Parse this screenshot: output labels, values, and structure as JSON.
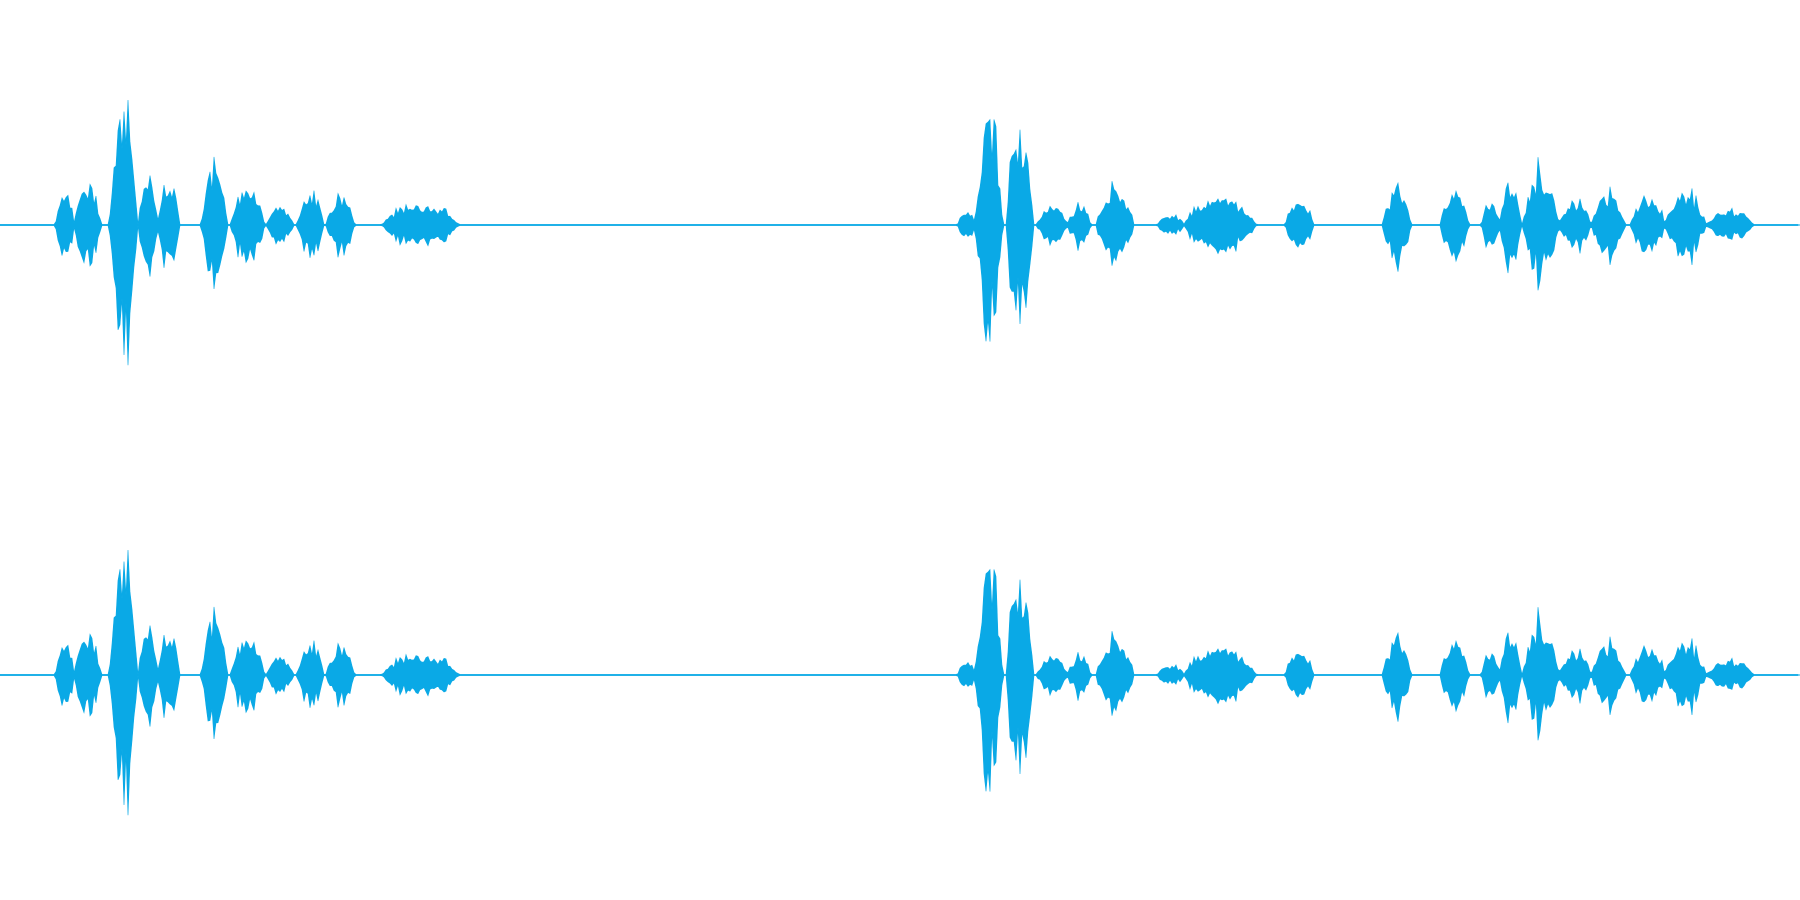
{
  "waveform": {
    "color": "#0aa9e6",
    "background": "#ffffff",
    "channels": [
      {
        "name": "",
        "peak_scale": 1.0
      },
      {
        "name": "",
        "peak_scale": 1.0
      }
    ],
    "duration_fraction_used": 0.974,
    "bursts": [
      {
        "start": 0.031,
        "end": 0.041,
        "amp": 0.32
      },
      {
        "start": 0.041,
        "end": 0.056,
        "amp": 0.3
      },
      {
        "start": 0.061,
        "end": 0.076,
        "amp": 1.0
      },
      {
        "start": 0.077,
        "end": 0.088,
        "amp": 0.36
      },
      {
        "start": 0.088,
        "end": 0.1,
        "amp": 0.38
      },
      {
        "start": 0.112,
        "end": 0.126,
        "amp": 0.48
      },
      {
        "start": 0.128,
        "end": 0.147,
        "amp": 0.3
      },
      {
        "start": 0.148,
        "end": 0.163,
        "amp": 0.16
      },
      {
        "start": 0.165,
        "end": 0.18,
        "amp": 0.28
      },
      {
        "start": 0.181,
        "end": 0.197,
        "amp": 0.22
      },
      {
        "start": 0.212,
        "end": 0.255,
        "amp": 0.16
      },
      {
        "start": 0.532,
        "end": 0.542,
        "amp": 0.12
      },
      {
        "start": 0.542,
        "end": 0.557,
        "amp": 0.88
      },
      {
        "start": 0.559,
        "end": 0.574,
        "amp": 0.78
      },
      {
        "start": 0.576,
        "end": 0.593,
        "amp": 0.16
      },
      {
        "start": 0.593,
        "end": 0.606,
        "amp": 0.14
      },
      {
        "start": 0.609,
        "end": 0.63,
        "amp": 0.28
      },
      {
        "start": 0.643,
        "end": 0.658,
        "amp": 0.08
      },
      {
        "start": 0.658,
        "end": 0.698,
        "amp": 0.22
      },
      {
        "start": 0.714,
        "end": 0.73,
        "amp": 0.22
      },
      {
        "start": 0.768,
        "end": 0.784,
        "amp": 0.26
      },
      {
        "start": 0.8,
        "end": 0.816,
        "amp": 0.28
      },
      {
        "start": 0.823,
        "end": 0.833,
        "amp": 0.2
      },
      {
        "start": 0.833,
        "end": 0.845,
        "amp": 0.36
      },
      {
        "start": 0.846,
        "end": 0.866,
        "amp": 0.42
      },
      {
        "start": 0.866,
        "end": 0.884,
        "amp": 0.2
      },
      {
        "start": 0.884,
        "end": 0.903,
        "amp": 0.26
      },
      {
        "start": 0.906,
        "end": 0.925,
        "amp": 0.24
      },
      {
        "start": 0.925,
        "end": 0.948,
        "amp": 0.24
      },
      {
        "start": 0.948,
        "end": 0.974,
        "amp": 0.12
      }
    ]
  }
}
